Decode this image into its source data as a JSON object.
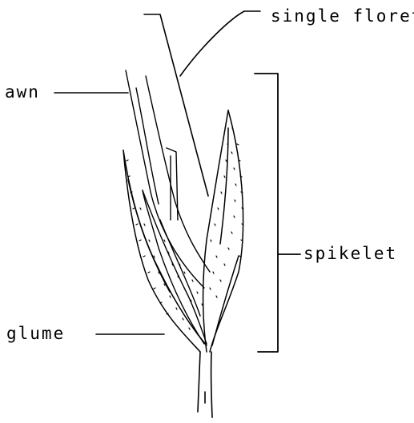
{
  "labels": {
    "single_floret": "single  floret",
    "awn": "awn",
    "spikelet": "spikelet",
    "glume": "glume"
  },
  "colors": {
    "ink": "#000000",
    "paper": "#ffffff"
  }
}
